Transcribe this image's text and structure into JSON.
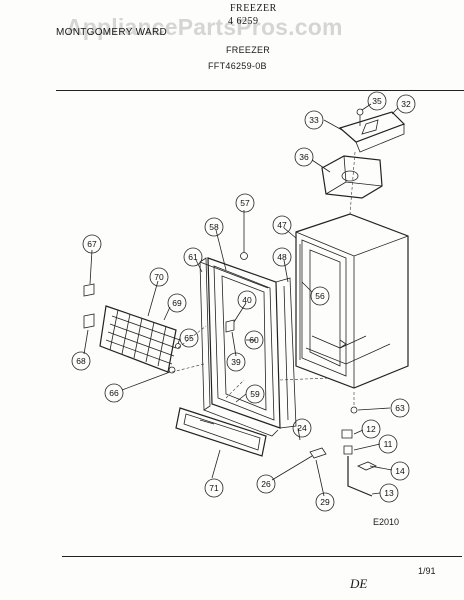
{
  "header": {
    "line1": "FREEZER",
    "line2": "4 6259",
    "brand": "MONTGOMERY WARD",
    "line3": "FREEZER",
    "model": "FFT46259-0B"
  },
  "watermark": "AppliancePartsPros.com",
  "callouts": [
    "35",
    "32",
    "33",
    "36",
    "57",
    "58",
    "47",
    "61",
    "48",
    "67",
    "70",
    "56",
    "40",
    "69",
    "60",
    "65",
    "39",
    "68",
    "59",
    "66",
    "63",
    "24",
    "12",
    "11",
    "26",
    "14",
    "71",
    "29",
    "13"
  ],
  "diagram_code": "E2010",
  "footer": {
    "date": "1/91",
    "handwritten": "DE"
  }
}
